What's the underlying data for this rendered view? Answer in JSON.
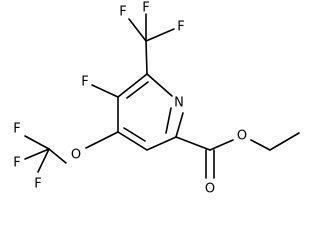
{
  "molecule": {
    "atoms": {
      "f_top_left": "F",
      "f_top_mid": "F",
      "f_top_right": "F",
      "f_ring": "F",
      "n_ring": "N",
      "f_left_top": "F",
      "f_left_mid": "F",
      "f_left_bottom": "F",
      "o_ether": "O",
      "o_ester": "O",
      "o_carbonyl": "O"
    },
    "colors": {
      "bond": "#000000",
      "label": "#000000",
      "background": "#ffffff"
    }
  }
}
